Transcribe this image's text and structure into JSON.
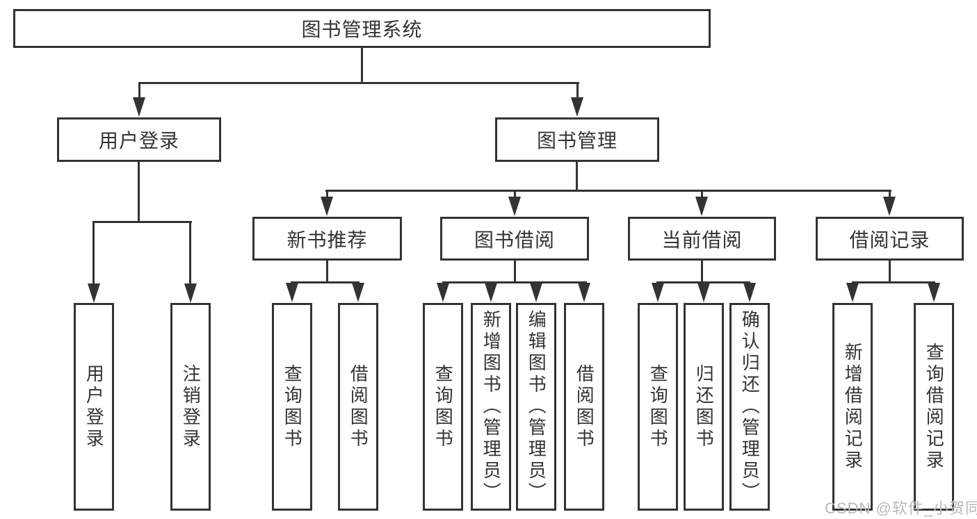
{
  "colors": {
    "line": "#333333",
    "text": "#333333",
    "background": "#ffffff",
    "watermark": "#b9b9b9"
  },
  "watermark": {
    "text": "CSDN @软件_小贺同学"
  },
  "nodes": {
    "root": {
      "label": "图书管理系统"
    },
    "level2": [
      {
        "label": "用户登录"
      },
      {
        "label": "图书管理"
      }
    ],
    "level3": [
      {
        "label": "新书推荐",
        "parent": "图书管理"
      },
      {
        "label": "图书借阅",
        "parent": "图书管理"
      },
      {
        "label": "当前借阅",
        "parent": "图书管理"
      },
      {
        "label": "借阅记录",
        "parent": "图书管理"
      }
    ],
    "leaves": [
      {
        "label": "用户登录",
        "parent": "用户登录"
      },
      {
        "label": "注销登录",
        "parent": "用户登录"
      },
      {
        "label": "查询图书",
        "parent": "新书推荐"
      },
      {
        "label": "借阅图书",
        "parent": "新书推荐"
      },
      {
        "label": "查询图书",
        "parent": "图书借阅"
      },
      {
        "label": "新增图书（管理员）",
        "parent": "图书借阅"
      },
      {
        "label": "编辑图书（管理员）",
        "parent": "图书借阅"
      },
      {
        "label": "借阅图书",
        "parent": "图书借阅"
      },
      {
        "label": "查询图书",
        "parent": "当前借阅"
      },
      {
        "label": "归还图书",
        "parent": "当前借阅"
      },
      {
        "label": "确认归还（管理员）",
        "parent": "当前借阅"
      },
      {
        "label": "新增借阅记录",
        "parent": "借阅记录"
      },
      {
        "label": "查询借阅记录",
        "parent": "借阅记录"
      }
    ]
  }
}
